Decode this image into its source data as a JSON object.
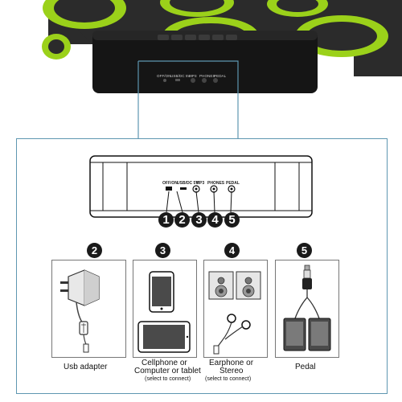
{
  "device_ports": {
    "top_bar_labels": [
      "OFF/ON",
      "USB/DC 5V",
      "MP3",
      "PHONES",
      "PEDAL"
    ],
    "panel_labels": [
      "OFF/ON",
      "USB/DC 5V",
      "MP3",
      "PHONES",
      "PEDAL"
    ],
    "numbers": [
      "1",
      "2",
      "3",
      "4",
      "5"
    ]
  },
  "accessories": [
    {
      "badge": "2",
      "icon": "usb-adapter-icon",
      "caption_lines": [
        "Usb adapter"
      ],
      "note": ""
    },
    {
      "badge": "3",
      "icon": "cellphone-tablet-icon",
      "caption_lines": [
        "Cellphone or",
        "Computer or tablet"
      ],
      "note": "(select to connect)"
    },
    {
      "badge": "4",
      "icon": "earphone-stereo-icon",
      "caption_lines": [
        "Earphone or",
        "Stereo"
      ],
      "note": "(select to connect)"
    },
    {
      "badge": "5",
      "icon": "pedal-icon",
      "caption_lines": [
        "Pedal"
      ],
      "note": ""
    }
  ],
  "colors": {
    "pad_green": "#9bd11a",
    "frame_blue": "#5e97b1",
    "device_black": "#151515"
  }
}
